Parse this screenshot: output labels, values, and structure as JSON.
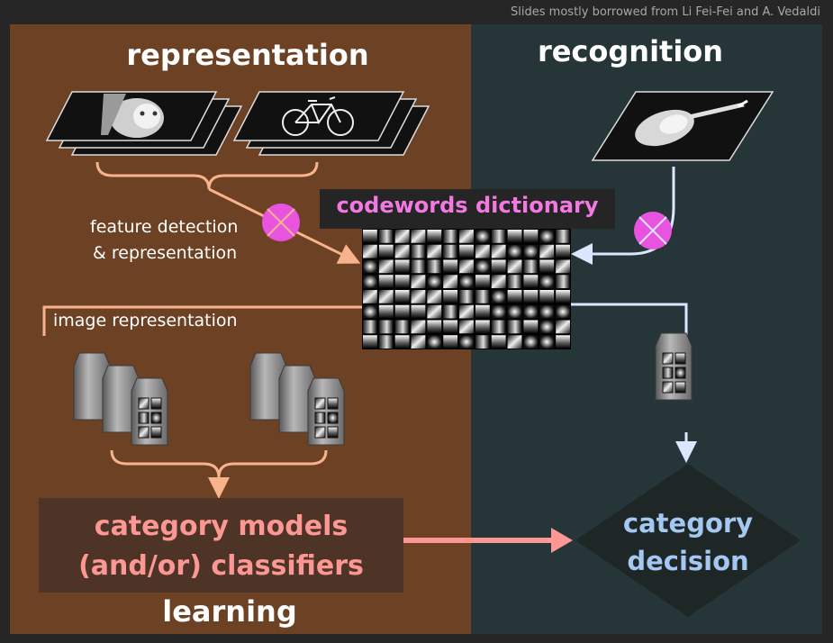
{
  "credit": "Slides mostly borrowed from Li Fei-Fei and A. Vedaldi",
  "titles": {
    "representation": "representation",
    "recognition": "recognition",
    "learning": "learning"
  },
  "labels": {
    "feature_detection_line1": "feature detection",
    "feature_detection_line2": "& representation",
    "image_representation": "image representation",
    "codewords_dictionary": "codewords dictionary",
    "category_models_line1": "category models",
    "category_models_line2": "(and/or) classifiers",
    "category_decision_line1": "category",
    "category_decision_line2": "decision"
  },
  "images": {
    "training_face": "face-image",
    "training_bicycle": "bicycle-image",
    "test_violin": "violin-image",
    "codewords_grid": "codewords-patch-grid",
    "histogram_bags": "bag-of-words-icon"
  },
  "colors": {
    "left_panel": "#6d4123",
    "right_panel": "#263638",
    "codewords_text": "#f278e2",
    "models_text": "#fc9794",
    "decision_text": "#a4c8f2",
    "left_arrows": "#f7b48c",
    "right_arrows": "#dde6ff",
    "cross_circle": "#e854e0",
    "learning_arrow": "#fc9794"
  }
}
